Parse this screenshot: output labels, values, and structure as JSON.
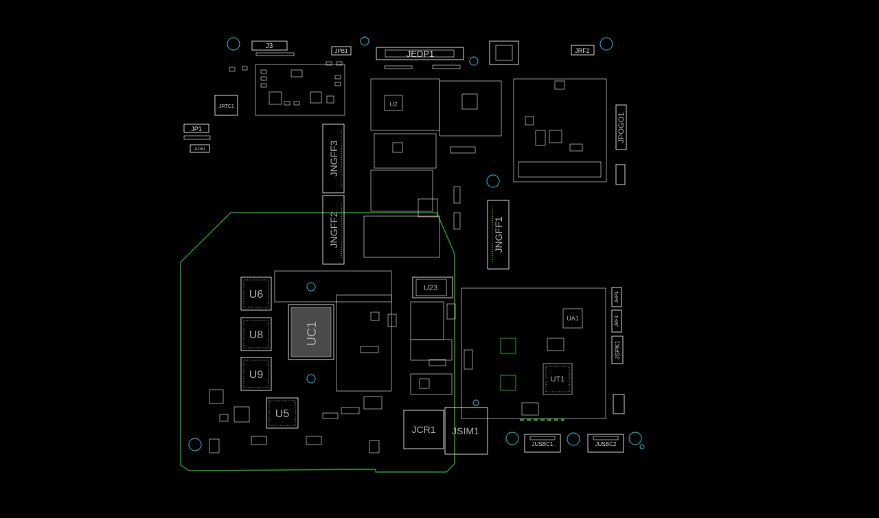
{
  "colors": {
    "background": "#000000",
    "silkscreen": "#cfcfcf",
    "mounting_hole": "#1aa6b7",
    "shield_zone": "#1f9a1f"
  },
  "connectors": {
    "j3": "J3",
    "jpb1": "JPB1",
    "jedp1": "JEDP1",
    "jrf2": "JRF2",
    "jrtc1": "JRTC1",
    "jp1": "JP1",
    "jldb1": "JLDB1",
    "jngff3": "JNGFF3",
    "jngff2": "JNGFF2",
    "jngff1": "JNGFF1",
    "jpogo1": "JPOGO1",
    "jhp1": "JHP1",
    "jrf1": "JRF1",
    "jspk1": "JSPK1",
    "jcr1": "JCR1",
    "jsim1": "JSIM1",
    "jusbc1": "JUSBC1",
    "jusbc2": "JUSBC2"
  },
  "chips": {
    "uc1": "UC1",
    "u6": "U6",
    "u8": "U8",
    "u9": "U9",
    "u5": "U5",
    "u23": "U23",
    "ut1": "UT1",
    "ua1": "UA1",
    "u2": "U2"
  }
}
